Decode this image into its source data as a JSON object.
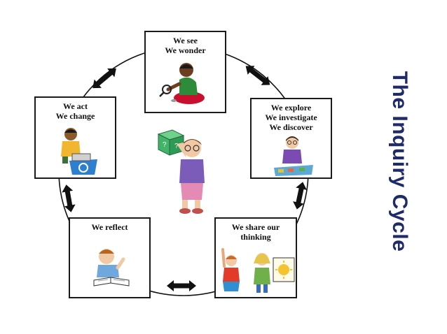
{
  "title": "The Inquiry Cycle",
  "colors": {
    "title": "#1f2a6b",
    "ring": "#111111",
    "border": "#1a1a1a"
  },
  "stages": [
    {
      "id": "see",
      "label": "We see\nWe wonder",
      "icon": "child-with-magnifier-icon"
    },
    {
      "id": "explore",
      "label": "We explore\nWe investigate\nWe discover",
      "icon": "child-with-puzzle-icon"
    },
    {
      "id": "share",
      "label": "We share our\nthinking",
      "icon": "children-presenting-icon"
    },
    {
      "id": "reflect",
      "label": "We reflect",
      "icon": "child-thinking-icon"
    },
    {
      "id": "act",
      "label": "We act\nWe change",
      "icon": "child-recycling-icon"
    }
  ],
  "center_icon": "child-holding-question-cube-icon"
}
